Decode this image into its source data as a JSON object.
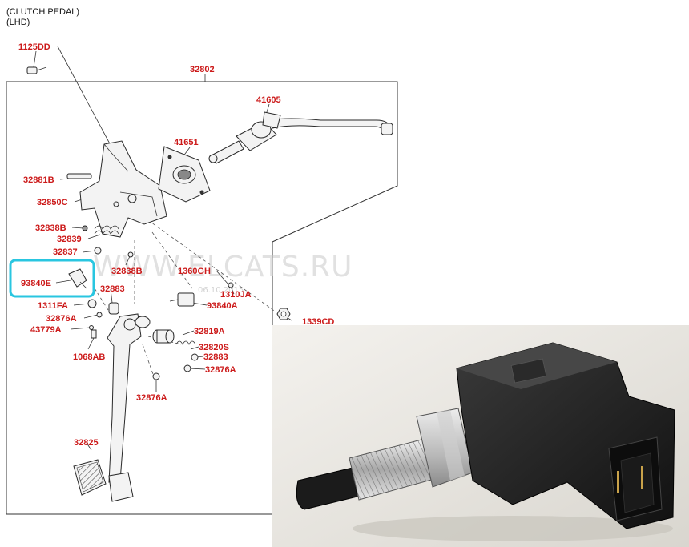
{
  "header": {
    "line1": "(CLUTCH PEDAL)",
    "line2": "(LHD)"
  },
  "watermark": {
    "text": "WWW.ELCATS.RU",
    "date": "06.10.2015"
  },
  "parts": {
    "p1125DD": "1125DD",
    "p32802": "32802",
    "p41605": "41605",
    "p41651": "41651",
    "p32881B": "32881B",
    "p32850C": "32850C",
    "p32838B_top": "32838B",
    "p32839": "32839",
    "p32837": "32837",
    "p32838B_mid": "32838B",
    "p1360GH": "1360GH",
    "p93840E": "93840E",
    "p32883_top": "32883",
    "p1310JA": "1310JA",
    "p1311FA": "1311FA",
    "p93840A": "93840A",
    "p32876A_top": "32876A",
    "p1339CD": "1339CD",
    "p43779A": "43779A",
    "p32819A": "32819A",
    "p32820S": "32820S",
    "p1068AB": "1068AB",
    "p32883_bot": "32883",
    "p32876A_mid": "32876A",
    "p32876A_bot": "32876A",
    "p32825": "32825"
  },
  "highlight_color": "#29c6e0",
  "label_color": "#cc1a1a"
}
